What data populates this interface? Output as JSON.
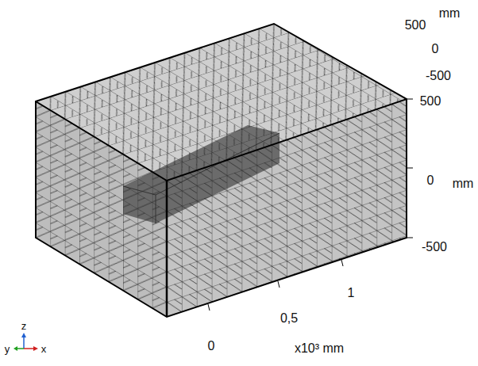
{
  "diagram": {
    "labels": [
      "500",
      "mm",
      "0",
      "-500",
      "500",
      "0",
      "mm",
      "-500",
      "1",
      "0,5",
      "0",
      "x10³ mm",
      "y",
      "z",
      "x"
    ]
  }
}
